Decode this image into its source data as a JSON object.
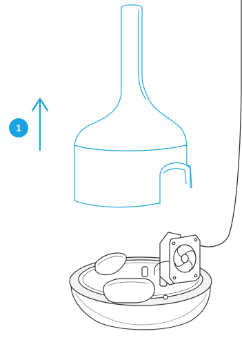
{
  "step": {
    "number": "1",
    "badge_color": "#1aa3e0",
    "number_color": "#ffffff"
  },
  "instruction": {
    "action": "lift cover up",
    "arrow_direction": "up",
    "icon": "up-arrow-icon"
  },
  "colors": {
    "cover_outline": "#1aa3e0",
    "arrow": "#1aa3e0",
    "base_outline": "#333333",
    "base_shade": "#f2f2f2",
    "cable": "#333333"
  },
  "parts": {
    "cover": "humidifier-cover",
    "base": "humidifier-base",
    "fan": "fan-icon",
    "cable": "power-cable"
  }
}
